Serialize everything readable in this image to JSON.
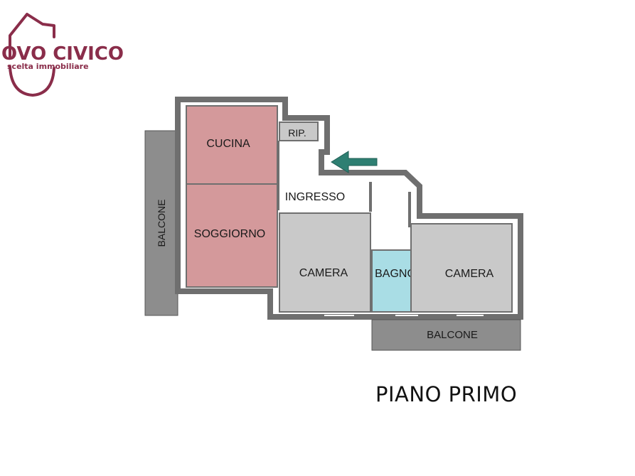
{
  "logo": {
    "brand_text": "OVO CIVICO",
    "tagline": "scelta immobiliare",
    "color": "#8a2d4a",
    "icon": "house-outline-icon"
  },
  "floor_title": "PIANO PRIMO",
  "entrance_arrow": {
    "icon": "arrow-left-icon",
    "color": "#2e7f72"
  },
  "colors": {
    "wall": "#6f6f6f",
    "wall_fill": "#ffffff",
    "kitchen_living": "#d4999b",
    "rooms_grey": "#c9c9c9",
    "bathroom": "#a9dde5",
    "balcony": "#8d8d8d",
    "storage": "#c9c9c9"
  },
  "rooms": {
    "cucina": "CUCINA",
    "soggiorno": "SOGGIORNO",
    "ripostiglio": "RIP.",
    "ingresso": "INGRESSO",
    "camera_left": "CAMERA",
    "bagno": "BAGNO",
    "camera_right": "CAMERA",
    "balcone_left": "BALCONE",
    "balcone_bottom": "BALCONE"
  }
}
